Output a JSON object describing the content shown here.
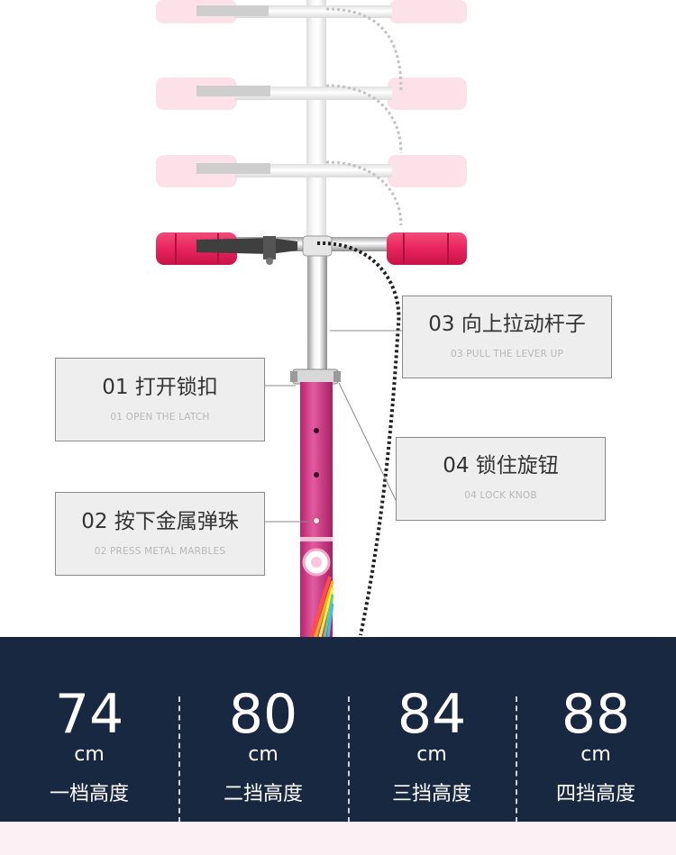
{
  "callouts": [
    {
      "zh": "01 打开锁扣",
      "en": "01 OPEN THE LATCH"
    },
    {
      "zh": "02 按下金属弹珠",
      "en": "02 PRESS METAL MARBLES"
    },
    {
      "zh": "03 向上拉动杆子",
      "en": "03 PULL THE LEVER UP"
    },
    {
      "zh": "04 锁住旋钮",
      "en": "04 LOCK KNOB"
    }
  ],
  "heights": [
    {
      "value": "74",
      "unit": "cm",
      "label": "一档高度"
    },
    {
      "value": "80",
      "unit": "cm",
      "label": "二挡高度"
    },
    {
      "value": "84",
      "unit": "cm",
      "label": "三挡高度"
    },
    {
      "value": "88",
      "unit": "cm",
      "label": "四挡高度"
    }
  ],
  "colors": {
    "panel": "#172840",
    "grip": "#e8245e",
    "grip_ghost": "#f6c6d2",
    "stem": "#d63e8c",
    "callout_bg": "#eeeeee",
    "callout_border": "#8a8a8a",
    "bottom_band": "#fdf0f4"
  }
}
